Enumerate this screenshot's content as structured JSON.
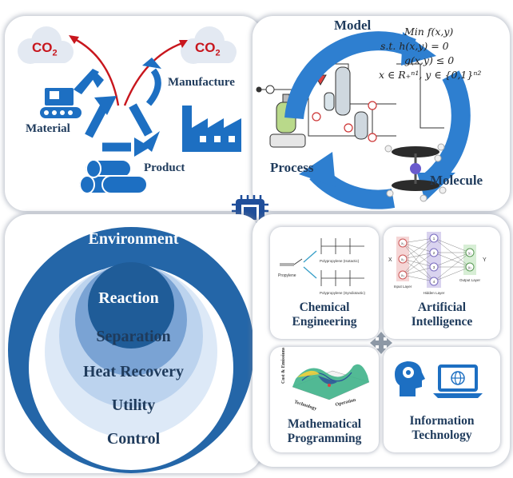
{
  "lifecycle": {
    "co2_left": "CO",
    "co2_left_sub": "2",
    "co2_right": "CO",
    "co2_right_sub": "2",
    "material": "Material",
    "manufacture": "Manufacture",
    "product": "Product"
  },
  "process_model": {
    "model": "Model",
    "process": "Process",
    "molecule": "Molecule",
    "equations": [
      "Min f(x,y)",
      "s.t.  h(x,y) = 0",
      "g(x,y) ≤ 0",
      "x ∈ R₊ⁿ¹, y ∈ {0,1}ⁿ²"
    ]
  },
  "onion": {
    "layers": [
      "Environment",
      "Reaction",
      "Separation",
      "Heat Recovery",
      "Utility",
      "Control"
    ]
  },
  "disciplines": {
    "chem_eng": [
      "Chemical",
      "Engineering"
    ],
    "ai": [
      "Artificial",
      "Intelligence"
    ],
    "math": [
      "Mathematical",
      "Programming"
    ],
    "it": [
      "Information",
      "Technology"
    ],
    "chem_diagram": {
      "propylene": "Propylene",
      "isotactic": "Polypropylene (Isotactic)",
      "syndiotactic": "Polypropylene (Syndiotactic)"
    },
    "nn_diagram": {
      "input_layer": "Input Layer",
      "hidden_layer": "Hidden Layer",
      "output_layer": "Output Layer",
      "x_label": "X",
      "y_label": "Y",
      "inputs": [
        "x₁",
        "x₂",
        "x₃"
      ],
      "hidden": [
        "1",
        "2",
        "3",
        "4"
      ],
      "outputs": [
        "y₁",
        "y₂"
      ]
    },
    "surface_plot": {
      "z_axis": "Cost & Emissions",
      "x_axis": "Technology",
      "y_axis": "Operation"
    }
  }
}
